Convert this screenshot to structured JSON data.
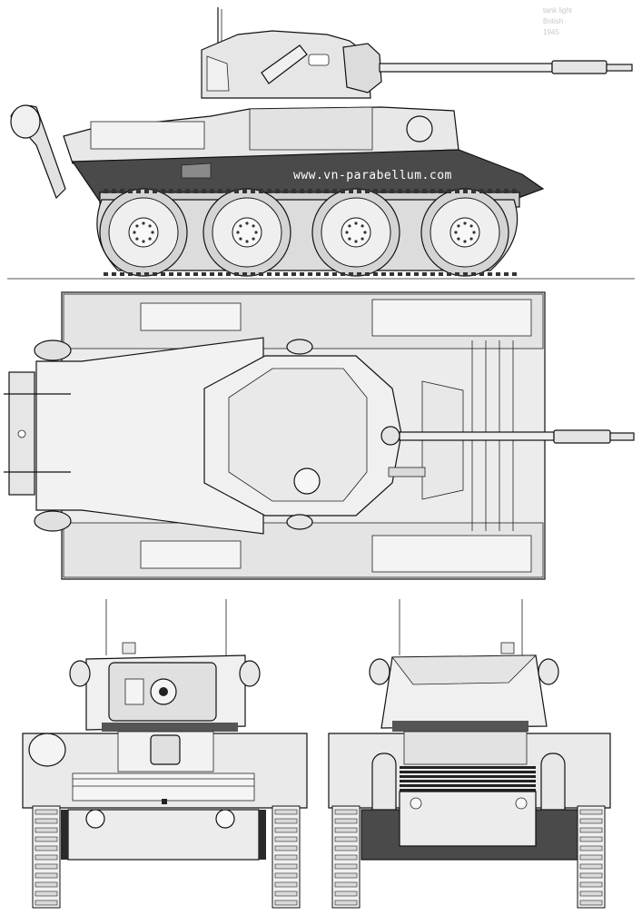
{
  "watermark": "www.vn-parabellum.com",
  "corner_notes": [
    "tank light",
    "British",
    "1945"
  ],
  "views": [
    {
      "name": "side-view"
    },
    {
      "name": "top-view"
    },
    {
      "name": "front-view"
    },
    {
      "name": "rear-view"
    }
  ],
  "colors": {
    "hull": "#e6e6e6",
    "hull_light": "#f0f0f0",
    "hull_dark": "#4a4a4a",
    "lower_hull": "#5a5a5a",
    "track": "#dcdcdc",
    "wheel": "#ececec",
    "outline": "#111111"
  }
}
